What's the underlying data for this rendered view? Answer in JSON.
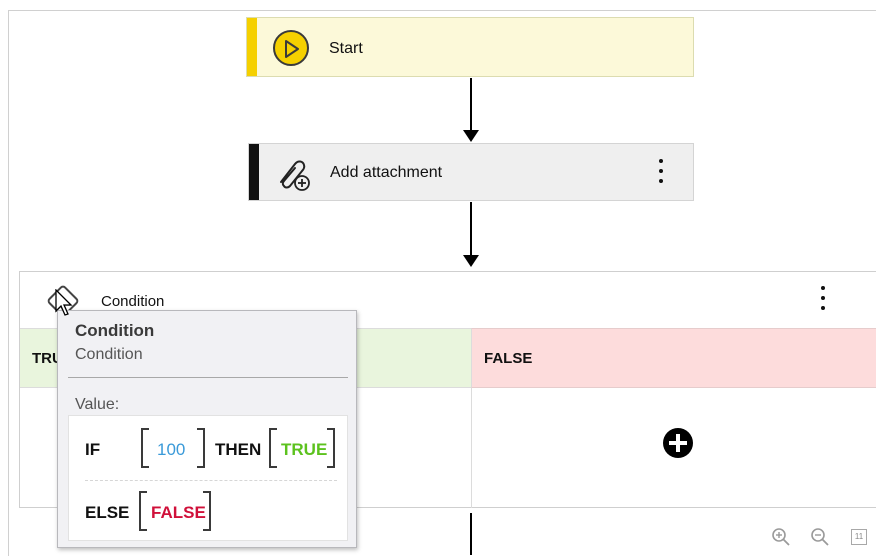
{
  "colors": {
    "start_bg": "#fcf9d9",
    "start_accent": "#f5d000",
    "action_bg": "#efefef",
    "true_bg": "#e9f5dd",
    "false_bg": "#fddcdc",
    "value_number": "#3a9ad9",
    "value_true": "#5cc21e",
    "value_false": "#d0103a"
  },
  "start_node": {
    "label": "Start",
    "icon": "play-icon"
  },
  "attachment_node": {
    "label": "Add attachment",
    "icon": "paperclip-add-icon",
    "menu_icon": "kebab-icon"
  },
  "condition_node": {
    "label": "Condition",
    "icon": "condition-diamond-icon",
    "menu_icon": "kebab-icon",
    "true_label": "TRUE",
    "false_label": "FALSE",
    "add_icon": "plus-circle-icon"
  },
  "tooltip": {
    "title": "Condition",
    "subtitle": "Condition",
    "value_label": "Value:",
    "if_keyword": "IF",
    "if_value": "100",
    "then_keyword": "THEN",
    "then_value": "TRUE",
    "else_keyword": "ELSE",
    "else_value": "FALSE"
  },
  "zoom_controls": {
    "zoom_in_icon": "zoom-in-icon",
    "zoom_out_icon": "zoom-out-icon",
    "fit_icon": "fit-to-screen-icon"
  }
}
